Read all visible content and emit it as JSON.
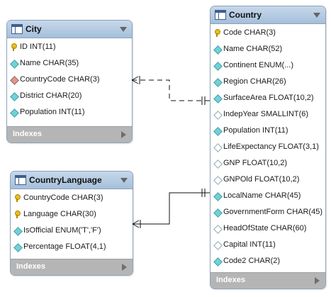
{
  "tables": {
    "city": {
      "title": "City",
      "columns": [
        {
          "label": "ID INT(11)",
          "icon": "primary-key-icon"
        },
        {
          "label": "Name CHAR(35)",
          "icon": "column-icon"
        },
        {
          "label": "CountryCode CHAR(3)",
          "icon": "foreign-key-icon"
        },
        {
          "label": "District CHAR(20)",
          "icon": "column-icon"
        },
        {
          "label": "Population INT(11)",
          "icon": "column-icon"
        }
      ],
      "indexes_label": "Indexes"
    },
    "country": {
      "title": "Country",
      "columns": [
        {
          "label": "Code CHAR(3)",
          "icon": "primary-key-icon"
        },
        {
          "label": "Name CHAR(52)",
          "icon": "column-icon"
        },
        {
          "label": "Continent ENUM(...)",
          "icon": "column-icon"
        },
        {
          "label": "Region CHAR(26)",
          "icon": "column-icon"
        },
        {
          "label": "SurfaceArea FLOAT(10,2)",
          "icon": "column-icon"
        },
        {
          "label": "IndepYear SMALLINT(6)",
          "icon": "nullable-column-icon"
        },
        {
          "label": "Population INT(11)",
          "icon": "column-icon"
        },
        {
          "label": "LifeExpectancy FLOAT(3,1)",
          "icon": "nullable-column-icon"
        },
        {
          "label": "GNP FLOAT(10,2)",
          "icon": "nullable-column-icon"
        },
        {
          "label": "GNPOld FLOAT(10,2)",
          "icon": "nullable-column-icon"
        },
        {
          "label": "LocalName CHAR(45)",
          "icon": "column-icon"
        },
        {
          "label": "GovernmentForm CHAR(45)",
          "icon": "column-icon"
        },
        {
          "label": "HeadOfState CHAR(60)",
          "icon": "nullable-column-icon"
        },
        {
          "label": "Capital INT(11)",
          "icon": "nullable-column-icon"
        },
        {
          "label": "Code2 CHAR(2)",
          "icon": "column-icon"
        }
      ],
      "indexes_label": "Indexes"
    },
    "countrylanguage": {
      "title": "CountryLanguage",
      "columns": [
        {
          "label": "CountryCode CHAR(3)",
          "icon": "primary-key-icon"
        },
        {
          "label": "Language CHAR(30)",
          "icon": "primary-key-icon"
        },
        {
          "label": "IsOfficial ENUM('T','F')",
          "icon": "column-icon"
        },
        {
          "label": "Percentage FLOAT(4,1)",
          "icon": "column-icon"
        }
      ],
      "indexes_label": "Indexes"
    }
  },
  "relationships": [
    {
      "from": "City.CountryCode",
      "to": "Country.Code",
      "style": "dashed",
      "cardinality": "many-to-one"
    },
    {
      "from": "CountryLanguage.CountryCode",
      "to": "Country.Code",
      "style": "solid",
      "cardinality": "many-to-one"
    }
  ]
}
